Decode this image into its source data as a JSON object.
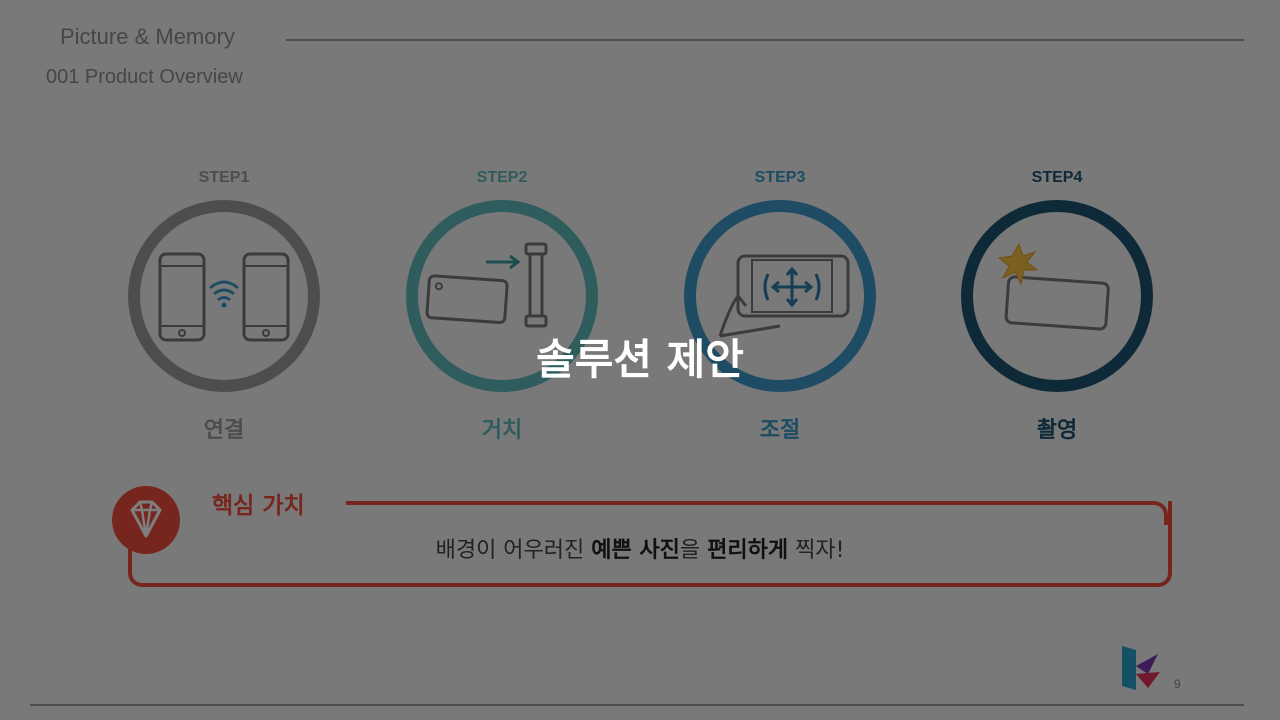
{
  "header": {
    "title": "Picture & Memory",
    "subtitle": "001 Product Overview"
  },
  "steps": [
    {
      "label": "STEP1",
      "name": "연결",
      "color": "#9a9a9a",
      "icon": "phones-wifi-icon"
    },
    {
      "label": "STEP2",
      "name": "거치",
      "color": "#5fb8b8",
      "icon": "phone-mount-icon"
    },
    {
      "label": "STEP3",
      "name": "조절",
      "color": "#3a98c8",
      "icon": "phone-adjust-icon"
    },
    {
      "label": "STEP4",
      "name": "촬영",
      "color": "#1c5570",
      "icon": "phone-shoot-icon"
    }
  ],
  "core_value": {
    "title": "핵심 가치",
    "text_1": "배경이 어우러진 ",
    "text_bold_1": "예쁜 사진",
    "text_2": "을 ",
    "text_bold_2": "편리하게",
    "text_3": " 찍자!",
    "accent_color": "#ee4c3c",
    "icon": "diamond-icon"
  },
  "page_number": "9",
  "overlay": {
    "title": "솔루션 제안"
  }
}
